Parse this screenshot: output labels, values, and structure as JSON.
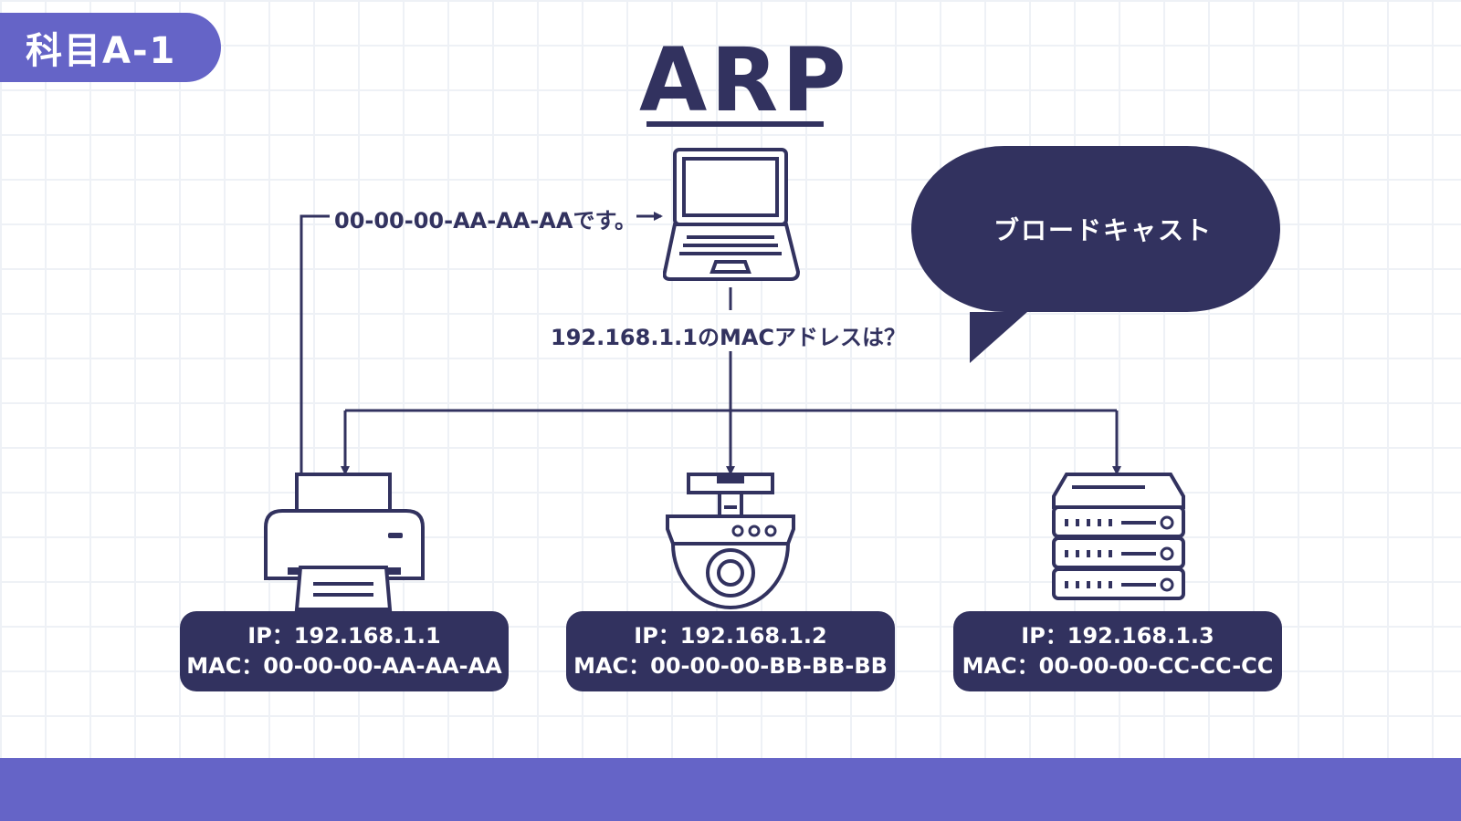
{
  "badge": "科目A-1",
  "title": "ARP",
  "reply_label": "00-00-00-AA-AA-AAです。",
  "query_label": "192.168.1.1のMACアドレスは？",
  "bubble": "ブロードキャスト",
  "devices": [
    {
      "icon": "printer-icon",
      "ip": "IP：192.168.1.1",
      "mac": "MAC：00-00-00-AA-AA-AA"
    },
    {
      "icon": "camera-icon",
      "ip": "IP：192.168.1.2",
      "mac": "MAC：00-00-00-BB-BB-BB"
    },
    {
      "icon": "server-icon",
      "ip": "IP：192.168.1.3",
      "mac": "MAC：00-00-00-CC-CC-CC"
    }
  ],
  "colors": {
    "navy": "#32325f",
    "accent": "#6564c7",
    "grid": "#eef1f6"
  }
}
